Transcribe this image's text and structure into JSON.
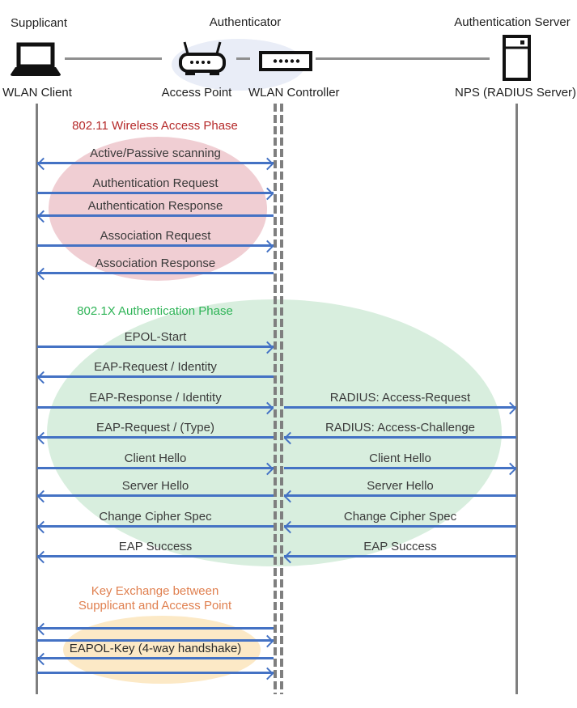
{
  "actors": {
    "supplicant": {
      "role": "Supplicant",
      "device": "WLAN Client",
      "icon": "laptop-icon"
    },
    "authenticator": {
      "role": "Authenticator",
      "devices": [
        {
          "name": "Access Point",
          "icon": "access-point-icon"
        },
        {
          "name": "WLAN Controller",
          "icon": "wlan-controller-icon"
        }
      ]
    },
    "auth_server": {
      "role": "Authentication Server",
      "device": "NPS (RADIUS Server)",
      "icon": "server-icon"
    }
  },
  "phases": [
    {
      "title": "802.11 Wireless Access Phase",
      "title_color": "#b52a2a",
      "ellipse_color": "#f0ced3",
      "messages": [
        {
          "label": "Active/Passive scanning",
          "direction": "both"
        },
        {
          "label": "Authentication Request",
          "direction": "right"
        },
        {
          "label": "Authentication Response",
          "direction": "left"
        },
        {
          "label": "Association Request",
          "direction": "right"
        },
        {
          "label": "Association Response",
          "direction": "left"
        }
      ]
    },
    {
      "title": "802.1X Authentication Phase",
      "title_color": "#2fb457",
      "ellipse_color": "#d8eede",
      "client_to_controller": [
        {
          "label": "EPOL-Start",
          "direction": "right"
        },
        {
          "label": "EAP-Request / Identity",
          "direction": "left"
        },
        {
          "label": "EAP-Response / Identity",
          "direction": "right"
        },
        {
          "label": "EAP-Request / (Type)",
          "direction": "left"
        },
        {
          "label": "Client Hello",
          "direction": "right"
        },
        {
          "label": "Server Hello",
          "direction": "left"
        },
        {
          "label": "Change Cipher Spec",
          "direction": "left"
        },
        {
          "label": "EAP Success",
          "direction": "left"
        }
      ],
      "controller_to_server": [
        {
          "label": "RADIUS: Access-Request",
          "direction": "right"
        },
        {
          "label": "RADIUS: Access-Challenge",
          "direction": "left"
        },
        {
          "label": "Client Hello",
          "direction": "right"
        },
        {
          "label": "Server Hello",
          "direction": "left"
        },
        {
          "label": "Change Cipher Spec",
          "direction": "left"
        },
        {
          "label": "EAP Success",
          "direction": "left"
        }
      ]
    },
    {
      "title_line1": "Key Exchange between",
      "title_line2": "Supplicant and Access Point",
      "title_color": "#e08050",
      "ellipse_color": "#fce9c6",
      "label": "EAPOL-Key (4-way handshake)",
      "arrows": [
        {
          "direction": "left"
        },
        {
          "direction": "right"
        },
        {
          "direction": "left"
        },
        {
          "direction": "right"
        }
      ]
    }
  ],
  "colors": {
    "arrow": "#4472c4",
    "lifeline": "#7f7f7f",
    "authenticator_ellipse": "#e9edf7"
  }
}
